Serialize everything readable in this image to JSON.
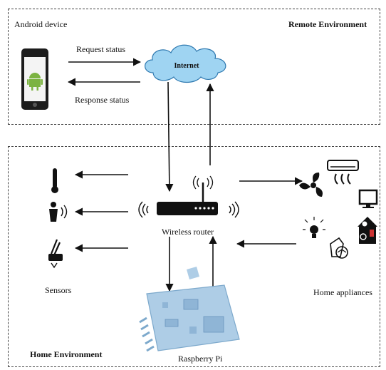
{
  "remote_environment": {
    "title": "Remote Environment",
    "device_label": "Android device",
    "request_label": "Request status",
    "response_label": "Response status",
    "cloud_label": "Internet"
  },
  "home_environment": {
    "title": "Home Environment",
    "router_label": "Wireless router",
    "sensors_label": "Sensors",
    "appliances_label": "Home appliances",
    "pi_label": "Raspberry Pi"
  },
  "colors": {
    "android_green": "#7cb342",
    "pi_blue": "#aecde6",
    "cloud_blue": "#9fd4f2",
    "ink": "#111111"
  }
}
